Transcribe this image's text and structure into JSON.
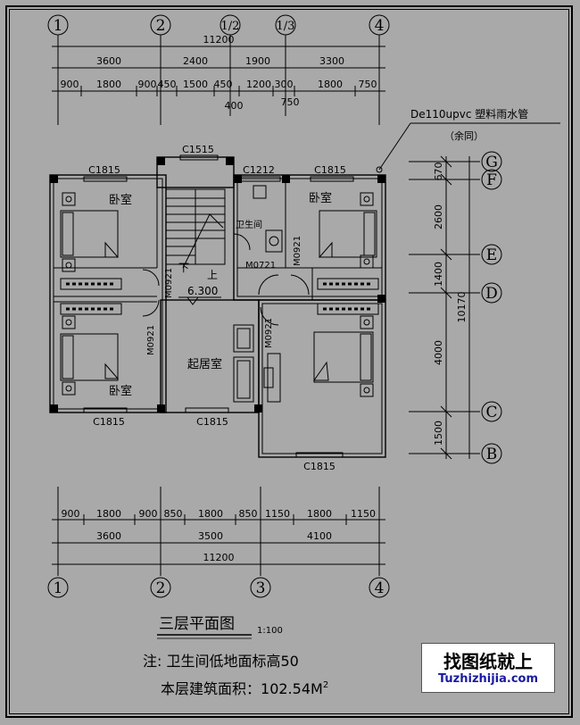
{
  "top_axes": [
    "1",
    "2",
    "1/2",
    "1/3",
    "4"
  ],
  "top_dims": {
    "total": "11200",
    "row1": [
      "3600",
      "2400",
      "1900",
      "3300"
    ],
    "row2": [
      "900",
      "1800",
      "900",
      "450",
      "1500",
      "450",
      "1200",
      "300",
      "1800",
      "750"
    ],
    "extra": [
      "400",
      "750"
    ]
  },
  "right_axes": [
    "G",
    "F",
    "E",
    "D",
    "C",
    "B"
  ],
  "right_dims": {
    "segments": [
      "670",
      "2600",
      "1400",
      "4000",
      "1500"
    ],
    "total": "10170"
  },
  "bottom_axes": [
    "1",
    "2",
    "3",
    "4"
  ],
  "bottom_dims": {
    "row1": [
      "900",
      "1800",
      "900",
      "850",
      "1800",
      "850",
      "1150",
      "1800",
      "1150"
    ],
    "row2": [
      "3600",
      "3500",
      "4100"
    ],
    "total": "11200"
  },
  "windows": {
    "c1515": "C1515",
    "c1212": "C1212",
    "c1815_tl": "C1815",
    "c1815_tr": "C1815",
    "c1815_bl": "C1815",
    "c1815_bm": "C1815",
    "c1815_br": "C1815"
  },
  "doors": {
    "m0721": "M0721",
    "m0921_a": "M0921",
    "m0921_b": "M0921",
    "m0921_c": "M0921",
    "m0921_d": "M0921"
  },
  "rooms": {
    "bedroom_tl": "卧室",
    "bedroom_tr": "卧室",
    "bedroom_bl": "卧室",
    "bathroom": "卫生间",
    "living": "起居室",
    "stair_down": "下",
    "stair_up": "上"
  },
  "elevation": "6.300",
  "downpipe": {
    "label": "De110upvc 塑料雨水管",
    "note": "（余同）"
  },
  "title": {
    "main": "三层平面图",
    "scale": "1:100"
  },
  "notes": {
    "note1": "注: 卫生间低地面标高50",
    "note2_prefix": "本层建筑面积：",
    "note2_value": "102.54M",
    "note2_sup": "2"
  },
  "logo": {
    "cn": "找图纸就上",
    "url": "Tuzhizhijia.com"
  }
}
